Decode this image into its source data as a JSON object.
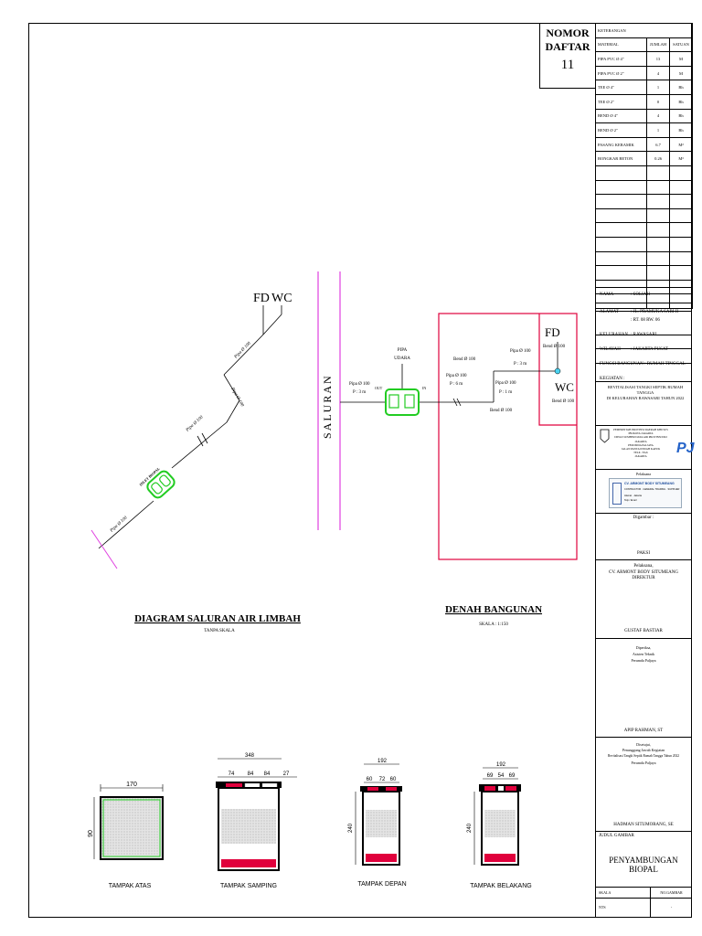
{
  "register": {
    "title1": "NOMOR",
    "title2": "DAFTAR",
    "number": "11"
  },
  "materials": {
    "header": "KETERANGAN",
    "col_material": "MATERIAL",
    "col_qty": "JUMLAH",
    "col_unit": "SATUAN",
    "rows": [
      {
        "name": "PIPA PVC Ø 4\"",
        "qty": "13",
        "unit": "M"
      },
      {
        "name": "PIPA PVC Ø 2\"",
        "qty": "4",
        "unit": "M"
      },
      {
        "name": "TEE Ø 4\"",
        "qty": "1",
        "unit": "Bh"
      },
      {
        "name": "TEE Ø 2\"",
        "qty": "0",
        "unit": "Bh"
      },
      {
        "name": "BEND Ø 4\"",
        "qty": "4",
        "unit": "Bh"
      },
      {
        "name": "BEND Ø 2\"",
        "qty": "1",
        "unit": "Bh"
      },
      {
        "name": "PASANG KERAMIK",
        "qty": "6.7",
        "unit": "M²"
      },
      {
        "name": "BONGKAR BETON",
        "qty": "0.26",
        "unit": "M³"
      }
    ]
  },
  "owner": {
    "name_label": "NAMA",
    "name_value": ": SOLIAH",
    "address_label": "ALAMAT",
    "address_line1": ": JL. PRAMUKA SARI II",
    "address_line2": ": RT. 08 RW. 06",
    "kelurahan_label": "KELURAHAN",
    "kelurahan_value": ": RAWASARI",
    "wilayah_label": "WILAYAH",
    "wilayah_value": ": JAKARTA PUSAT",
    "fungsi": "FUNGSI BANGUNAN : RUMAH TINGGAL",
    "kegiatan_label": "KEGIATAN :",
    "kegiatan_line1": "REVITALISASI TANGKI SEPTIK RUMAH TANGGA",
    "kegiatan_line2": "DI KELURAHAN RAWASARI TAHUN 2022"
  },
  "agency": {
    "line1": "PEMERINTAH PROVINSI DAERAH KHUSUS IBUKOTA JAKARTA",
    "line2": "DINAS SUMBER DAYA AIR PROVINSI DKI JAKARTA",
    "line3": "PERUMDA PALJAYA",
    "line4": "JALAN PANTAI INDAH KAPUK",
    "line5": "TELP. / FAX",
    "line6": "JAKARTA"
  },
  "contractor": {
    "pelaksana_label": "Pelaksana",
    "card_title": "CV. ARMONT BODY SITUMEANG",
    "card_sub": "CONTRACTOR · GENERAL TRADING · SUPPLIER",
    "card_addr1": "Alamat · Jakarta",
    "card_addr2": "Telp / Email"
  },
  "signatures": {
    "digambar_label": "Digambar :",
    "digambar_name": "PAKSI",
    "pelaksana_label": "Pelaksana,",
    "pelaksana_company": "CV. ARMONT BODY SITUMEANG",
    "pelaksana_role": "DIREKTUR",
    "pelaksana_name": "GUSTAF BASTIAR",
    "diperiksa_label": "Diperiksa,",
    "diperiksa_role1": "Asisten Teknik",
    "diperiksa_role2": "Perumda Paljaya",
    "diperiksa_name": "APIP RAHMAN, ST",
    "disetujui_label": "Disetujui,",
    "disetujui_role1": "Penanggung Jawab Kegiatan",
    "disetujui_role2": "Revitalisasi Tangki Septik Rumah Tangga Tahun 2022",
    "disetujui_role3": "Perumda Paljaya",
    "disetujui_name": "HADMAN SITUMORANG, SE"
  },
  "drawing_title": {
    "label": "JUDUL GAMBAR",
    "value": "PENYAMBUNGAN BIOPAL"
  },
  "scale_box": {
    "skala_label": "SKALA",
    "skala_value": "NTS",
    "no_label": "NO.GAMBAR",
    "no_value": "-"
  },
  "diagram": {
    "title": "DIAGRAM SALURAN AIR LIMBAH",
    "subtitle": "TANPA SKALA",
    "fd": "FD",
    "wc": "WC",
    "pipe_labels": [
      "Pipa Ø 100",
      "Pipa Ø 100",
      "Pipa Ø 100",
      "Pipa Ø 100"
    ],
    "tank_label": "INLET BIOPAL"
  },
  "plan": {
    "title": "DENAH BANGUNAN",
    "subtitle": "SKALA : 1:150",
    "saluran": "SALURAN",
    "fd": "FD",
    "wc": "WC",
    "pipa_udara1": "PIPA",
    "pipa_udara2": "UDARA",
    "bend1": "Bend Ø 100",
    "bend2": "Bend Ø 100",
    "bend3": "Bend Ø 100",
    "bend4": "Bend Ø 100",
    "pipa_left": "Pipa Ø 100",
    "pipa_left_len": "P : 3 m",
    "pipa_mid": "Pipa Ø 100",
    "pipa_mid_len": "P : 6 m",
    "pipa_short": "Pipa Ø 100",
    "pipa_short_len": "P : 1 m",
    "pipa_top": "Pipa Ø 100",
    "pipa_top_len": "P : 3 m",
    "out": "OUT",
    "in": "IN"
  },
  "views": {
    "atas": {
      "label": "TAMPAK ATAS",
      "w": "170",
      "h": "90"
    },
    "samping": {
      "label": "TAMPAK SAMPING",
      "total": "348",
      "d1": "74",
      "d2": "84",
      "d3": "84",
      "d4": "27"
    },
    "depan": {
      "label": "TAMPAK DEPAN",
      "total": "192",
      "d1": "60",
      "d2": "72",
      "d3": "60",
      "h": "240"
    },
    "belakang": {
      "label": "TAMPAK BELAKANG",
      "total": "192",
      "d1": "69",
      "d2": "54",
      "d3": "69",
      "h": "240"
    }
  },
  "colors": {
    "accent_green": "#22cc22",
    "red": "#e0003c",
    "magenta": "#e040e0",
    "cyan": "#4ad2f0"
  }
}
